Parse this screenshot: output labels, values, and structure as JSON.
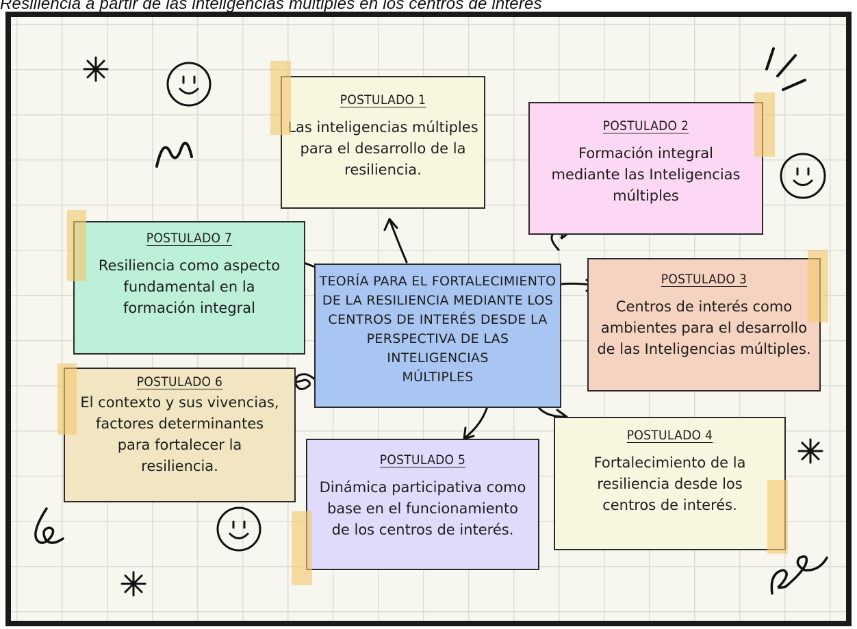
{
  "caption": "Resiliencia a partir de las inteligencias múltiples en los centros de interés",
  "center_label": "TEORÍA PARA EL FORTALECIMIENTO DE LA RESILIENCIA MEDIANTE LOS CENTROS DE INTERÉS DESDE LA PERSPECTIVA DE LAS INTELIGENCIAS MÚLTIPLES",
  "center_lines": [
    "TEORÍA PARA EL FORTALECIMIENTO",
    "DE LA RESILIENCIA MEDIANTE LOS",
    "CENTROS DE INTERÉS DESDE LA",
    "PERSPECTIVA DE LAS INTELIGENCIAS",
    "MÚLTIPLES"
  ],
  "postulados": [
    {
      "title": "POSTULADO 1",
      "lines": [
        "Las inteligencias múltiples",
        "para el desarrollo de la",
        "resiliencia."
      ],
      "color": "#f7f7df"
    },
    {
      "title": "POSTULADO 2",
      "lines": [
        "Formación integral",
        "mediante las Inteligencias",
        "múltiples"
      ],
      "color": "#fcd8f4"
    },
    {
      "title": "POSTULADO 3",
      "lines": [
        "Centros de interés como",
        "ambientes para el desarrollo",
        "de las Inteligencias múltiples."
      ],
      "color": "#f5d3c0"
    },
    {
      "title": "POSTULADO 4",
      "lines": [
        "Fortalecimiento de la",
        "resiliencia desde los",
        "centros de interés."
      ],
      "color": "#f7f7df"
    },
    {
      "title": "POSTULADO 5",
      "lines": [
        "Dinámica participativa como",
        "base en el funcionamiento",
        "de los centros de interés."
      ],
      "color": "#e0dbfa"
    },
    {
      "title": "POSTULADO 6",
      "lines": [
        "El contexto y sus vivencias,",
        "factores determinantes",
        "para fortalecer la",
        "resiliencia."
      ],
      "color": "#f2e6c2"
    },
    {
      "title": "POSTULADO 7",
      "lines": [
        "Resiliencia como aspecto",
        "fundamental en la",
        "formación integral"
      ],
      "color": "#bcf0d9"
    }
  ],
  "colors": {
    "tape": "#f3c870",
    "frame": "#1a1a1a",
    "board": "#f7f6ef",
    "center": "#a9c5f2",
    "ink": "#1d1d1d"
  },
  "decorations": [
    "asterisk-icon",
    "smiley-face-icon",
    "squiggle-icon",
    "speed-lines-icon",
    "loop-icon"
  ]
}
